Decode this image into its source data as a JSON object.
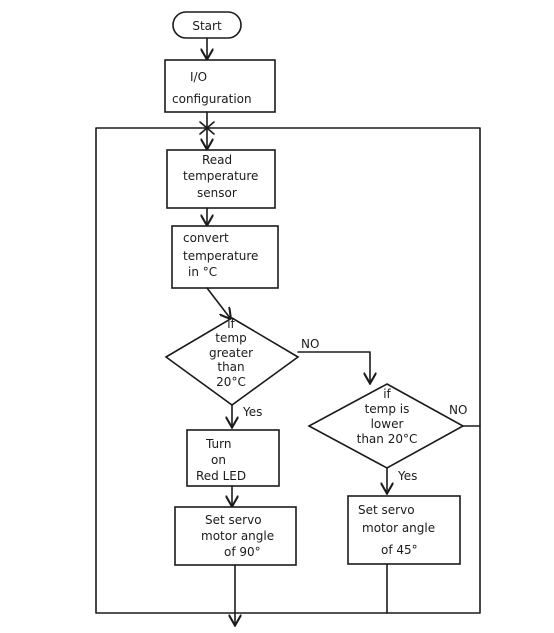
{
  "flowchart": {
    "start": "Start",
    "io_config": [
      "I/O",
      "configuration"
    ],
    "read_sensor": [
      "Read",
      "temperature",
      "sensor"
    ],
    "convert": [
      "convert",
      "temperature",
      "in °C"
    ],
    "decision1": [
      "if",
      "temp",
      "greater",
      "than",
      "20°C"
    ],
    "decision2": [
      "if",
      "temp is",
      "lower",
      "than 20°C"
    ],
    "led": [
      "Turn",
      "on",
      "Red LED"
    ],
    "servo90": [
      "Set servo",
      "motor angle",
      "of 90°"
    ],
    "servo45": [
      "Set servo",
      "motor angle",
      "of 45°"
    ],
    "yes1": "Yes",
    "no1": "NO",
    "yes2": "Yes",
    "no2": "NO"
  }
}
